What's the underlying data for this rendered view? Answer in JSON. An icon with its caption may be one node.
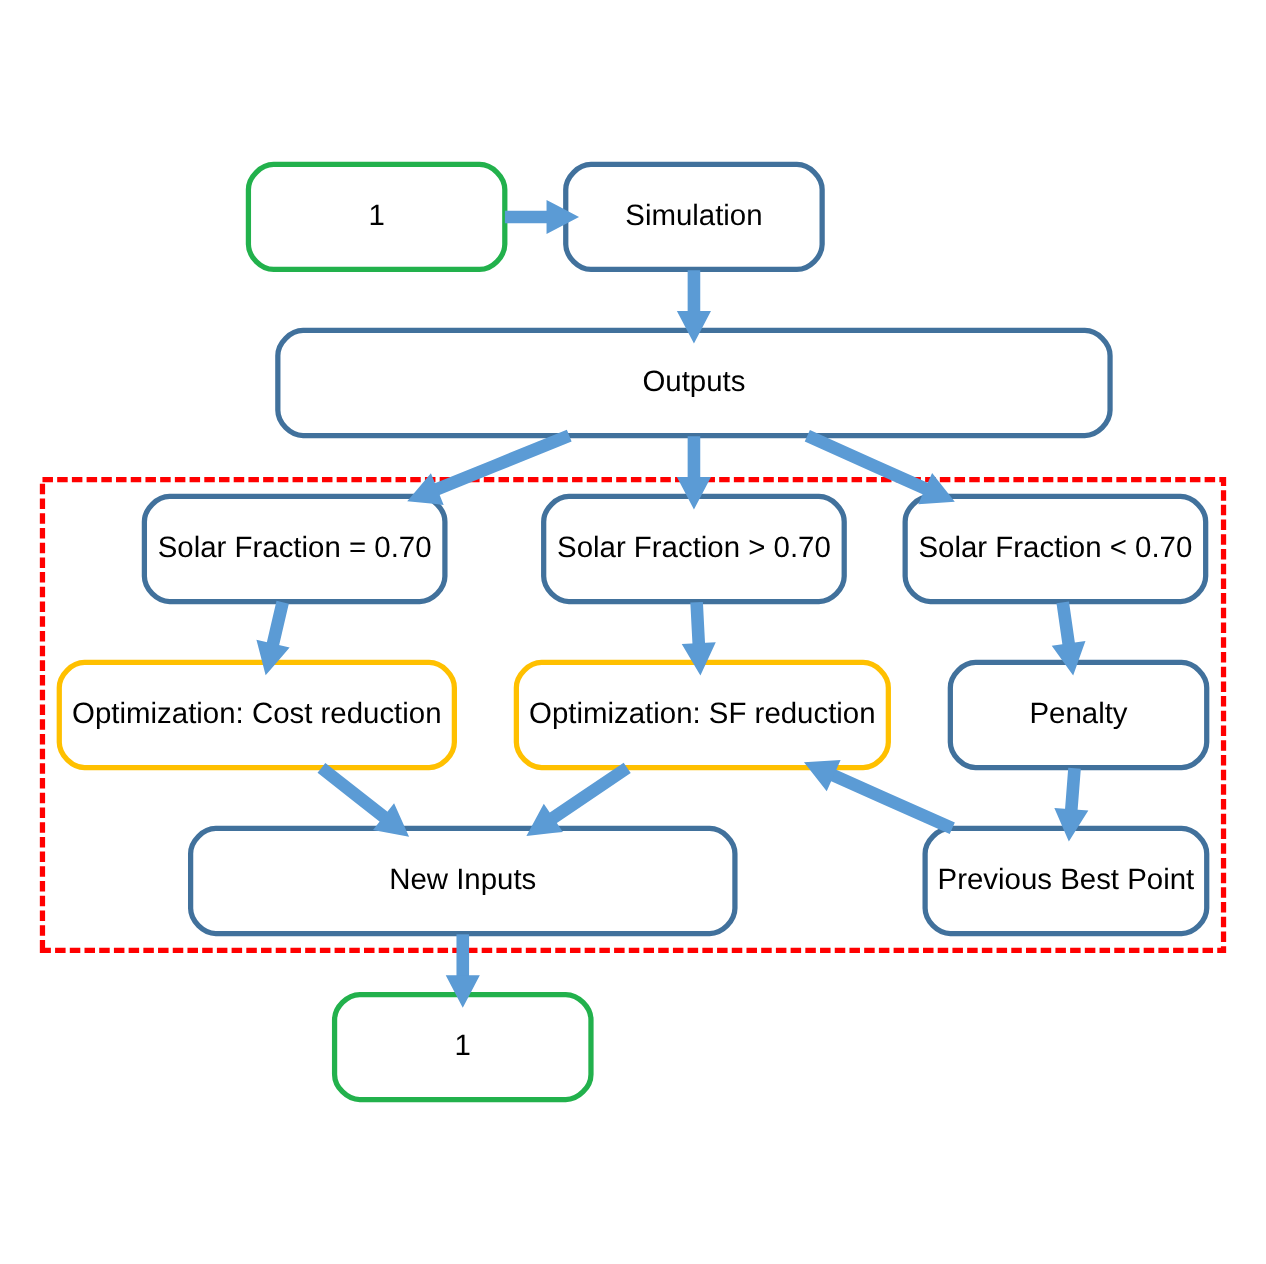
{
  "diagram": {
    "nodes": [
      {
        "text": [
          "1"
        ]
      },
      {
        "text": [
          "Simulation"
        ]
      },
      {
        "text": [
          "Outputs"
        ]
      },
      {
        "text": [],
        "shape": "box"
      },
      {
        "text": [
          "Solar Fraction < 0.70"
        ],
        "in": 3
      },
      {
        "text": [
          "Solar Fraction > 0.70"
        ],
        "in": 3
      },
      {
        "text": [
          "Solar Fraction = 0.70"
        ],
        "in": 3
      },
      {
        "text": [
          "Penalty"
        ],
        "in": 3
      },
      {
        "text": [
          "Optimization: SF reduction"
        ],
        "in": 3
      },
      {
        "text": [
          "Optimization: Cost reduction"
        ],
        "in": 3
      },
      {
        "text": [
          "Previous Best Point"
        ],
        "in": 3
      },
      {
        "text": [
          "New Inputs"
        ],
        "in": 3
      },
      {
        "text": [
          "1"
        ]
      }
    ],
    "edges": [
      {
        "from": 0,
        "to": 1,
        "arrow": "to"
      },
      {
        "from": 1,
        "to": 2,
        "arrow": "to"
      },
      {
        "from": 2,
        "to": 4,
        "arrow": "to"
      },
      {
        "from": 2,
        "to": 5,
        "arrow": "to"
      },
      {
        "from": 2,
        "to": 6,
        "arrow": "to"
      },
      {
        "from": 4,
        "to": 7,
        "arrow": "to"
      },
      {
        "from": 5,
        "to": 8,
        "arrow": "to"
      },
      {
        "from": 6,
        "to": 9,
        "arrow": "to"
      },
      {
        "from": 7,
        "to": 10,
        "arrow": "to"
      },
      {
        "from": 10,
        "to": 8,
        "arrow": "to"
      },
      {
        "from": 8,
        "to": 11,
        "arrow": "to"
      },
      {
        "from": 9,
        "to": 11,
        "arrow": "to"
      },
      {
        "from": 11,
        "to": 12,
        "arrow": "to"
      }
    ]
  }
}
